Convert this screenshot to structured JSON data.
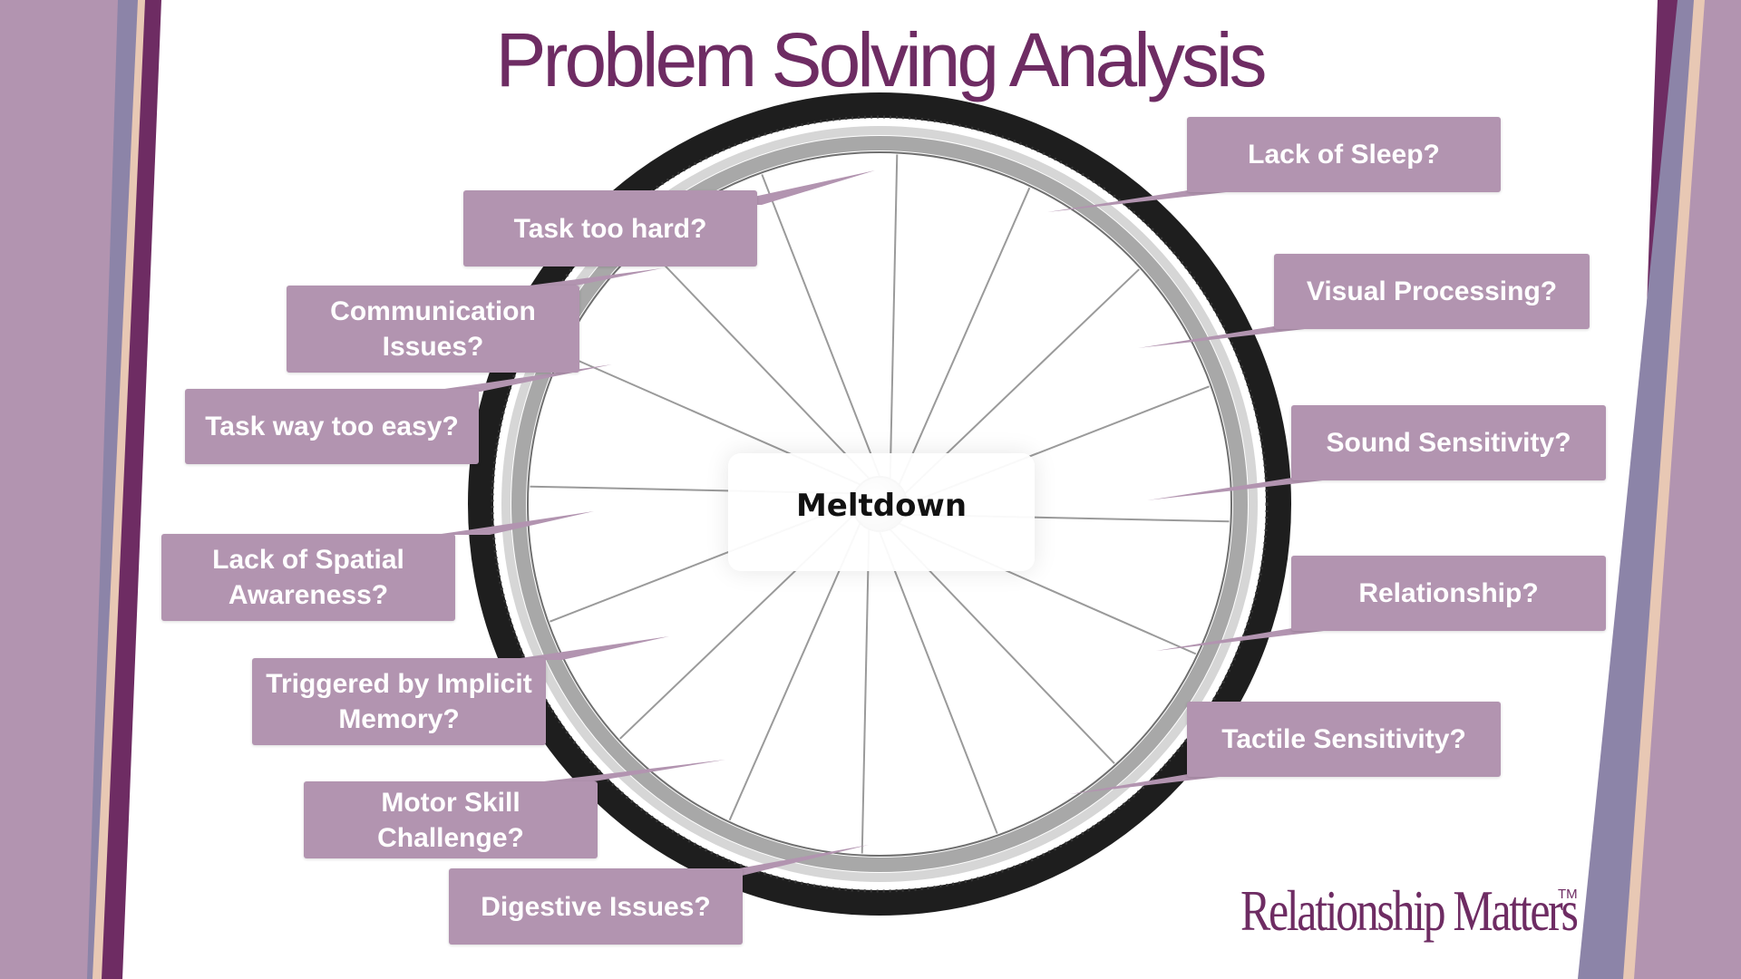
{
  "slide": {
    "title": "Problem Solving Analysis",
    "center_label": "Meltdown",
    "causes": [
      "Task too hard?",
      "Communication Issues?",
      "Task way too easy?",
      "Lack of Spatial Awareness?",
      "Triggered by Implicit Memory?",
      "Motor Skill Challenge?",
      "Digestive Issues?",
      "Lack of Sleep?",
      "Visual Processing?",
      "Sound Sensitivity?",
      "Relationship?",
      "Tactile Sensitivity?"
    ],
    "logo": "Relationship Matters",
    "logo_mark": "TM"
  },
  "colors": {
    "title": "#6e2c63",
    "label_fill": "#b294b0",
    "label_text": "#ffffff",
    "frame_mauve": "#b294b0",
    "frame_plum": "#6e2c63",
    "frame_slate": "#8c84a8",
    "frame_cream": "#e8c8b4",
    "tire": "#1e1e1e"
  },
  "icons": {
    "wheel": "bicycle-wheel-icon"
  }
}
